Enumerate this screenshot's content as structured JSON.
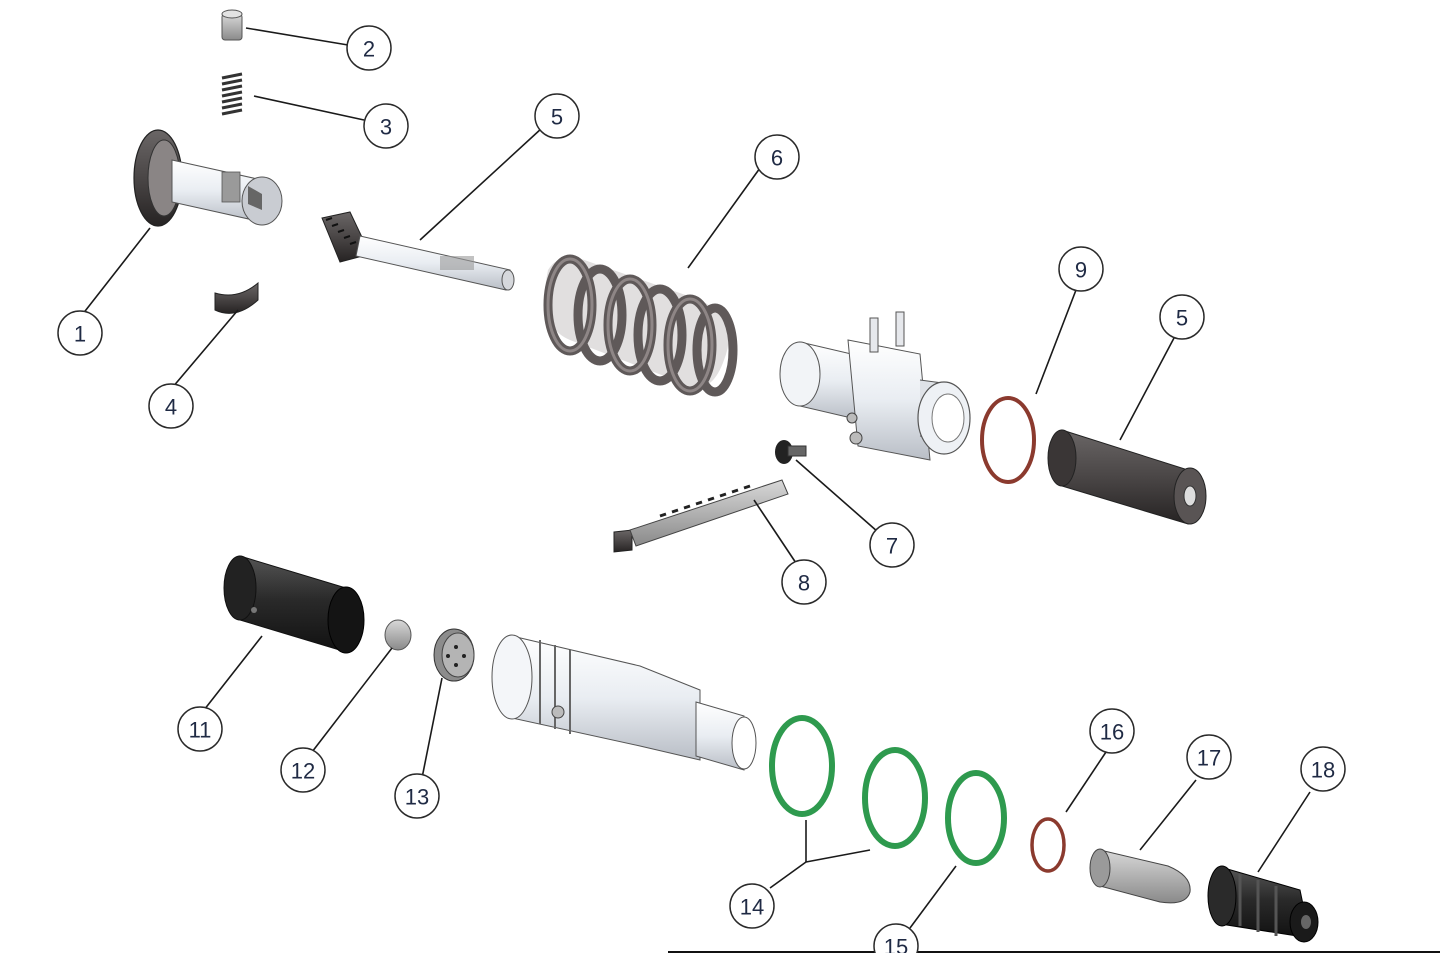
{
  "diagram": {
    "callouts": [
      {
        "label": "1"
      },
      {
        "label": "2"
      },
      {
        "label": "3"
      },
      {
        "label": "4"
      },
      {
        "label": "5"
      },
      {
        "label": "6"
      },
      {
        "label": "7"
      },
      {
        "label": "8"
      },
      {
        "label": "9"
      },
      {
        "label": "5"
      },
      {
        "label": "11"
      },
      {
        "label": "12"
      },
      {
        "label": "13"
      },
      {
        "label": "14"
      },
      {
        "label": "15"
      },
      {
        "label": "16"
      },
      {
        "label": "17"
      },
      {
        "label": "18"
      }
    ],
    "colors": {
      "ring_green": "#2e9a4e",
      "ring_red": "#8b3a2e",
      "metal_dark": "#3a3a3a",
      "metal_light": "#eef0f3",
      "spring_gray": "#6f6a6a"
    }
  }
}
